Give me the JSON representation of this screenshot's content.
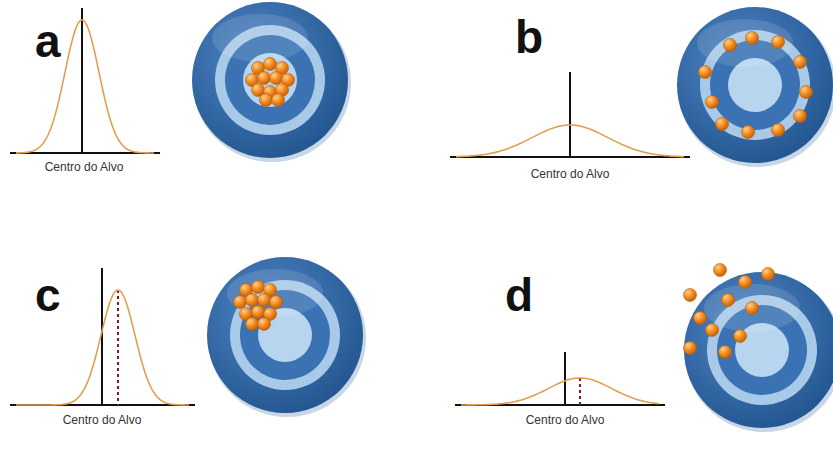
{
  "diagram": {
    "labels": [
      "a",
      "Centro do Alvo",
      "b",
      "Centro do Alvo",
      "c",
      "Centro do Alvo",
      "d",
      "Centro do Alvo"
    ]
  }
}
